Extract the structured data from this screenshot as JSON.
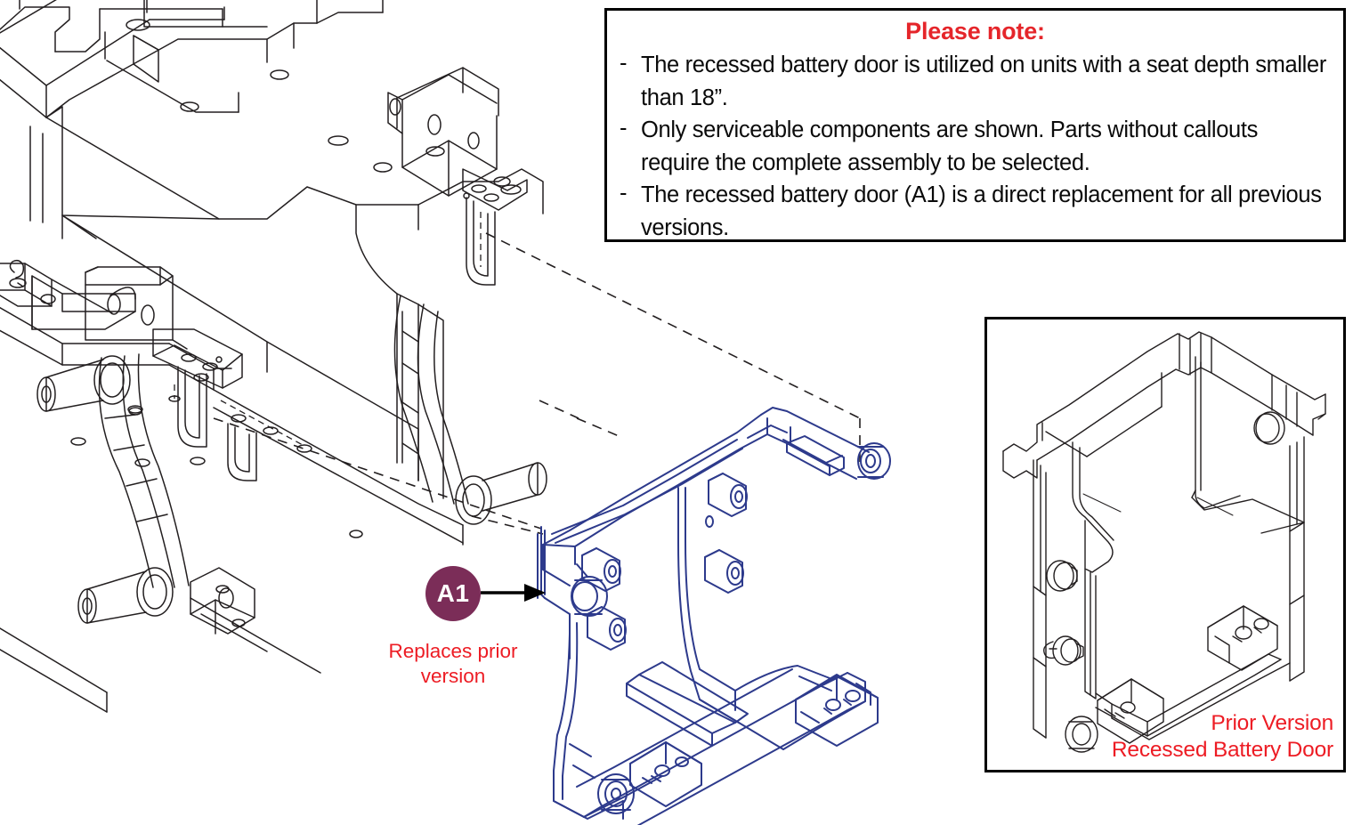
{
  "note": {
    "title": "Please note:",
    "dash": "-",
    "items": [
      "The recessed battery door is utilized on units with a seat depth smaller than 18”.",
      "Only serviceable components are shown. Parts without callouts require the complete assembly to be selected.",
      "The recessed battery door (A1) is a direct replacement for all previous versions."
    ]
  },
  "callouts": [
    {
      "id": "A1",
      "label": "A1",
      "sublabel": "Replaces prior version",
      "badge_color": "#7b2d58",
      "sublabel_color": "#ed1c24"
    }
  ],
  "prior_version_panel": {
    "label_line1": "Prior Version",
    "label_line2": "Recessed Battery Door",
    "label_color": "#ed1c24"
  },
  "drawing": {
    "chassis_part_name": "power wheelchair seat frame / chassis assembly",
    "chassis_line_color": "#231f20",
    "highlighted_part_name": "recessed battery door",
    "highlighted_line_color": "#2d3a8c",
    "leader_line_style": "dashed",
    "arrow_color": "#000000"
  }
}
